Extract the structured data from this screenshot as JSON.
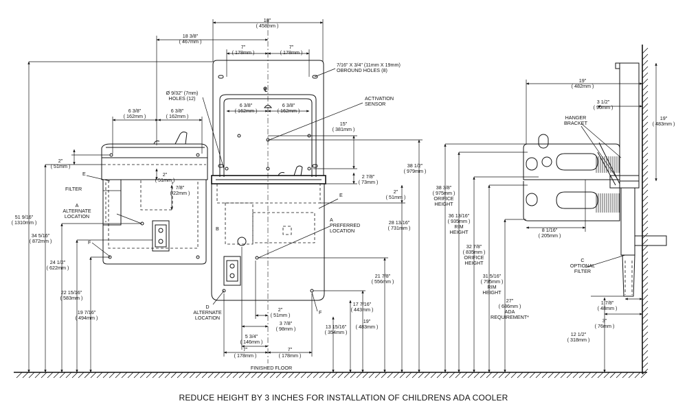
{
  "labels": {
    "finished_floor": "FINISHED FLOOR",
    "footer": "REDUCE HEIGHT BY 3 INCHES FOR INSTALLATION OF CHILDRENS ADA COOLER",
    "obround": [
      "7/16\" X 3/4\" (11mm X 19mm)",
      "OBROUND HOLES (8)"
    ],
    "holes": [
      "Ø 9/32\" (7mm)",
      "HOLES (12)"
    ],
    "activation": [
      "ACTIVATION",
      "SENSOR"
    ],
    "filter": "FILTER",
    "alt_loc_a": [
      "A",
      "ALTERNATE",
      "LOCATION"
    ],
    "pref_loc": [
      "A",
      "PREFERRED",
      "LOCATION"
    ],
    "alt_loc_d": [
      "D",
      "ALTERNATE",
      "LOCATION"
    ],
    "hanger": [
      "HANGER",
      "BRACKET"
    ],
    "opt_filter": [
      "C",
      "OPTIONAL",
      "FILTER"
    ],
    "orifice_1": [
      "38 3/8\"",
      "( 975mm )",
      "ORIFICE",
      "HEIGHT"
    ],
    "rim_1": [
      "36 13/16\"",
      "( 935mm )",
      "RIM",
      "HEIGHT"
    ],
    "orifice_2": [
      "32 7/8\"",
      "( 835mm )",
      "ORIFICE",
      "HEIGHT"
    ],
    "rim_2": [
      "31 5/16\"",
      "( 795mm )",
      "RIM",
      "HEIGHT"
    ],
    "ada": [
      "27\"",
      "( 686mm )",
      "ADA",
      "REQUIREMENT*"
    ],
    "letter_e": "E",
    "letter_b": "B",
    "letter_f": "F",
    "centerline": "℄"
  },
  "dims": {
    "d18": [
      "18\"",
      "( 458mm )"
    ],
    "d18_38": [
      "18 3/8\"",
      "( 467mm )"
    ],
    "d7_l": [
      "7\"",
      "( 178mm )"
    ],
    "d7_r": [
      "7\"",
      "( 178mm )"
    ],
    "d638_a": [
      "6 3/8\"",
      "( 162mm )"
    ],
    "d638_b": [
      "6 3/8\"",
      "( 162mm )"
    ],
    "d638_c": [
      "6 3/8\"",
      "( 162mm )"
    ],
    "d638_d": [
      "6 3/8\"",
      "( 162mm )"
    ],
    "d15": [
      "15\"",
      "( 381mm )"
    ],
    "d2_l": [
      "2\"",
      "( 51mm )"
    ],
    "d2_m": [
      "2\"",
      "( 51mm )"
    ],
    "d78": [
      "7/8\"",
      "( 22mm )"
    ],
    "d278": [
      "2 7/8\"",
      "( 73mm )"
    ],
    "d2_r": [
      "2\"",
      "( 51mm )"
    ],
    "d38_12": [
      "38 1/2\"",
      "( 979mm )"
    ],
    "d28_1316": [
      "28 13/16\"",
      "( 731mm )"
    ],
    "d21_78": [
      "21 7/8\"",
      "( 556mm )"
    ],
    "d17_716": [
      "17 7/16\"",
      "( 443mm )"
    ],
    "d19_b": [
      "19\"",
      "( 483mm )"
    ],
    "d13_1516": [
      "13 15/16\"",
      "( 354mm )"
    ],
    "d2_b": [
      "2\"",
      "( 51mm )"
    ],
    "d3_78": [
      "3 7/8\"",
      "( 98mm )"
    ],
    "d5_34": [
      "5 3/4\"",
      "( 146mm )"
    ],
    "d7_bl": [
      "7\"",
      "( 178mm )"
    ],
    "d7_br": [
      "7\"",
      "( 178mm )"
    ],
    "d51": [
      "51 9/16\"",
      "( 1310mm )"
    ],
    "d34": [
      "34 5/16\"",
      "( 872mm )"
    ],
    "d24": [
      "24 1/2\"",
      "( 622mm )"
    ],
    "d22": [
      "22 15/16\"",
      "( 583mm )"
    ],
    "d19_l": [
      "19 7/16\"",
      "( 494mm )"
    ],
    "d19_side": [
      "19\"",
      "( 482mm )"
    ],
    "d3_12": [
      "3 1/2\"",
      "( 90mm )"
    ],
    "d19_wall": [
      "19\"",
      "( 483mm )"
    ],
    "d8_116": [
      "8 1/16\"",
      "( 205mm )"
    ],
    "d1_78": [
      "1 7/8\"",
      "( 48mm )"
    ],
    "d3_s": [
      "3\"",
      "( 76mm )"
    ],
    "d12_12": [
      "12 1/2\"",
      "( 318mm )"
    ]
  }
}
